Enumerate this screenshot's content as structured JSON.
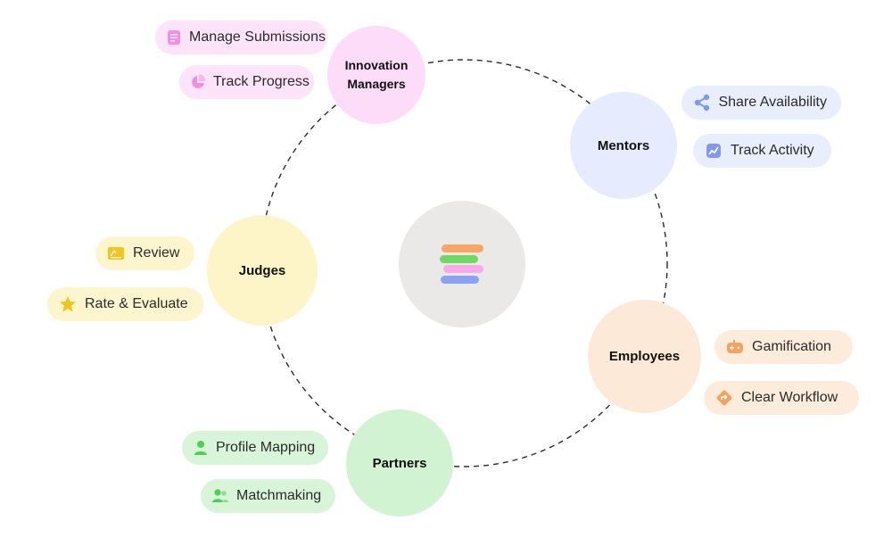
{
  "roles": {
    "innovation": {
      "line1": "Innovation",
      "line2": "Managers",
      "color": "#fcdcf9"
    },
    "mentors": {
      "label": "Mentors",
      "color": "#e6ecfd"
    },
    "employees": {
      "label": "Employees",
      "color": "#fde9d7"
    },
    "partners": {
      "label": "Partners",
      "color": "#d2f3d2"
    },
    "judges": {
      "label": "Judges",
      "color": "#fdf4c8"
    }
  },
  "features": {
    "manage_submissions": {
      "label": "Manage Submissions",
      "icon": "document-icon"
    },
    "track_progress": {
      "label": "Track Progress",
      "icon": "pie-chart-icon"
    },
    "share_availability": {
      "label": "Share Availability",
      "icon": "share-icon"
    },
    "track_activity": {
      "label": "Track Activity",
      "icon": "activity-chart-icon"
    },
    "gamification": {
      "label": "Gamification",
      "icon": "gamepad-icon"
    },
    "clear_workflow": {
      "label": "Clear Workflow",
      "icon": "direction-sign-icon"
    },
    "profile_mapping": {
      "label": "Profile Mapping",
      "icon": "person-icon"
    },
    "matchmaking": {
      "label": "Matchmaking",
      "icon": "people-icon"
    },
    "review": {
      "label": "Review",
      "icon": "review-card-icon"
    },
    "rate_evaluate": {
      "label": "Rate & Evaluate",
      "icon": "star-icon"
    }
  },
  "pill_colors": {
    "pink": "#fde4fb",
    "blue": "#e9eefd",
    "orange": "#fdecdc",
    "green": "#d9f5d9",
    "yellow": "#fdf5ce"
  },
  "logo": {
    "icon": "stacked-bars-logo",
    "bar_colors": [
      "#f6a765",
      "#6fd964",
      "#f8a9ea",
      "#8aa2f6"
    ]
  }
}
